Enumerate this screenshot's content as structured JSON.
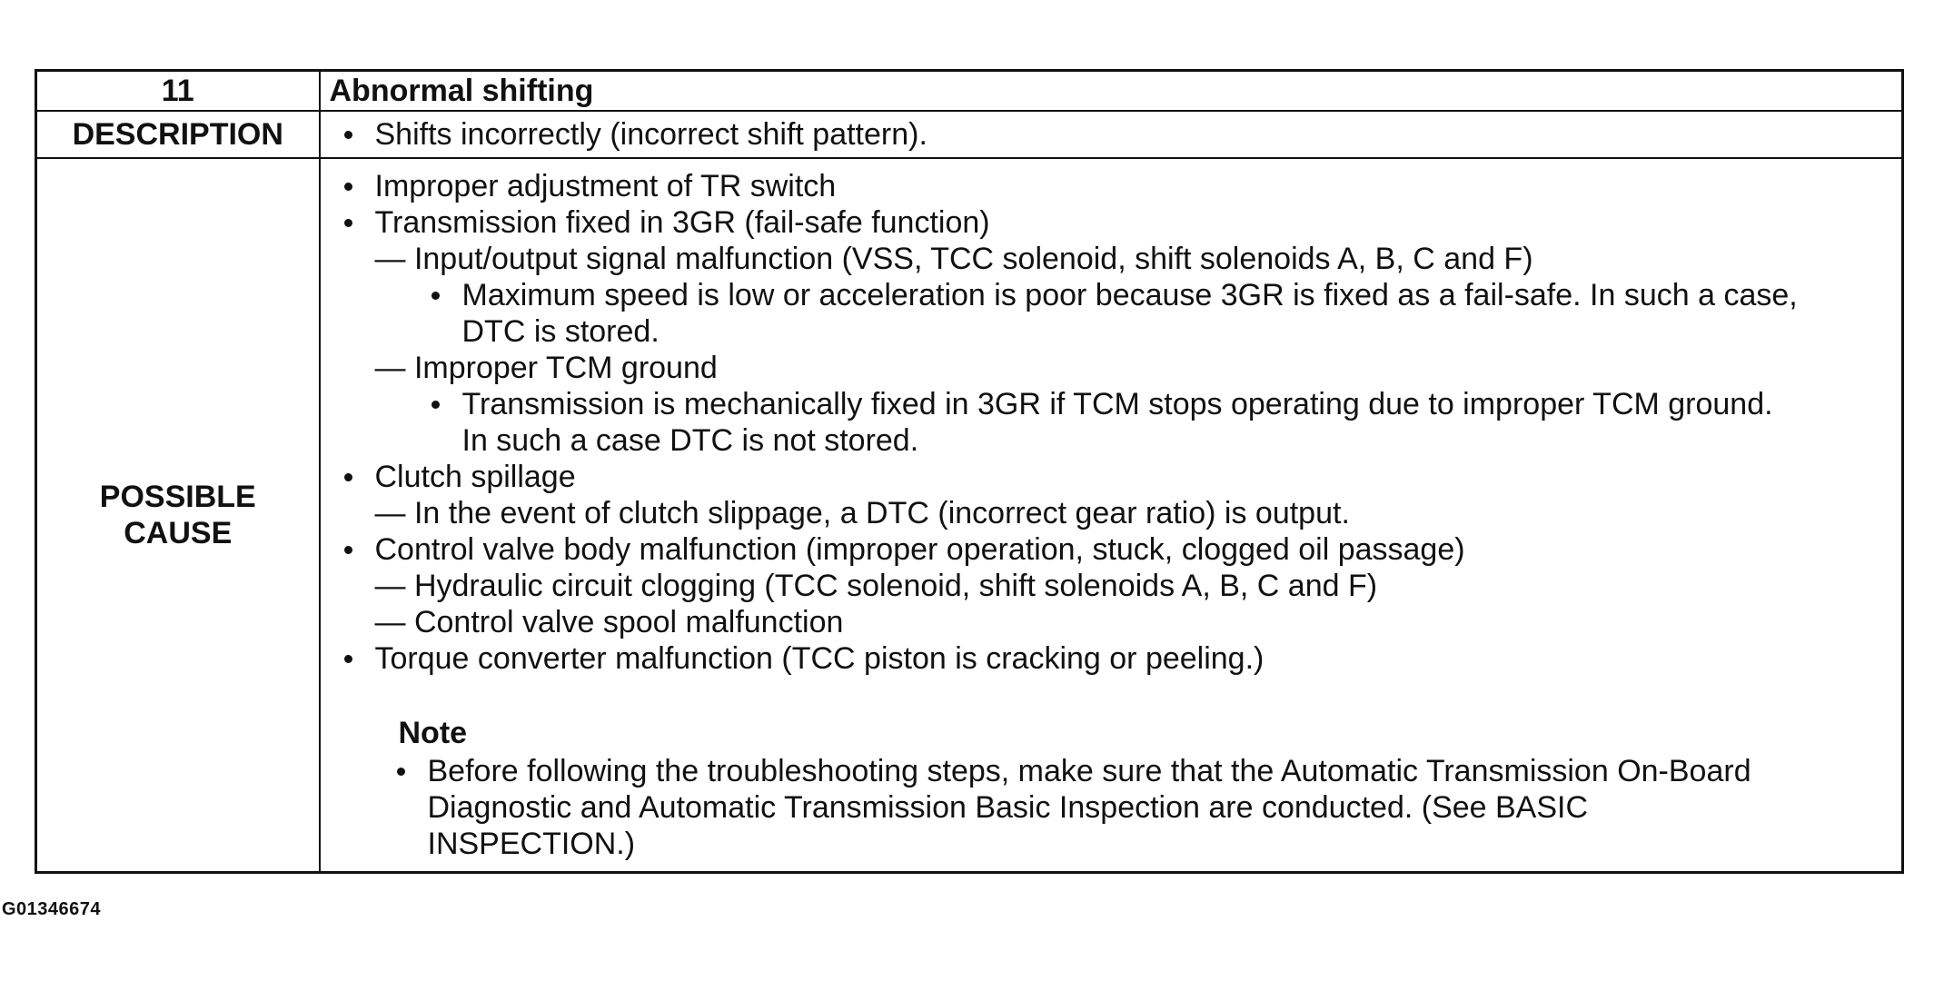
{
  "header": {
    "number": "11",
    "title": "Abnormal shifting"
  },
  "description": {
    "label": "DESCRIPTION",
    "text": "Shifts incorrectly (incorrect shift pattern)."
  },
  "cause": {
    "label_line1": "POSSIBLE",
    "label_line2": "CAUSE",
    "lines": [
      "Improper adjustment of TR switch",
      "Transmission fixed in 3GR (fail-safe function)",
      "— Input/output signal malfunction (VSS, TCC solenoid, shift solenoids A, B, C and F)",
      "Maximum speed is low or acceleration is poor because 3GR is fixed as a fail-safe. In such a case,",
      "DTC is stored.",
      "— Improper TCM ground",
      "Transmission is mechanically fixed in 3GR if TCM stops operating due to improper TCM ground.",
      "In such a case DTC is not stored.",
      "Clutch spillage",
      "— In the event of clutch slippage, a DTC (incorrect gear ratio) is output.",
      "Control valve body malfunction (improper operation, stuck, clogged oil passage)",
      "— Hydraulic circuit clogging (TCC solenoid, shift solenoids A, B, C and F)",
      "— Control valve spool malfunction",
      "Torque converter malfunction (TCC piston is cracking or peeling.)"
    ],
    "note": {
      "heading": "Note",
      "lines": [
        "Before following the troubleshooting steps, make sure that the Automatic Transmission On-Board",
        "Diagnostic and Automatic Transmission Basic Inspection are conducted. (See BASIC",
        "INSPECTION.)"
      ]
    }
  },
  "figure_id": "G01346674"
}
